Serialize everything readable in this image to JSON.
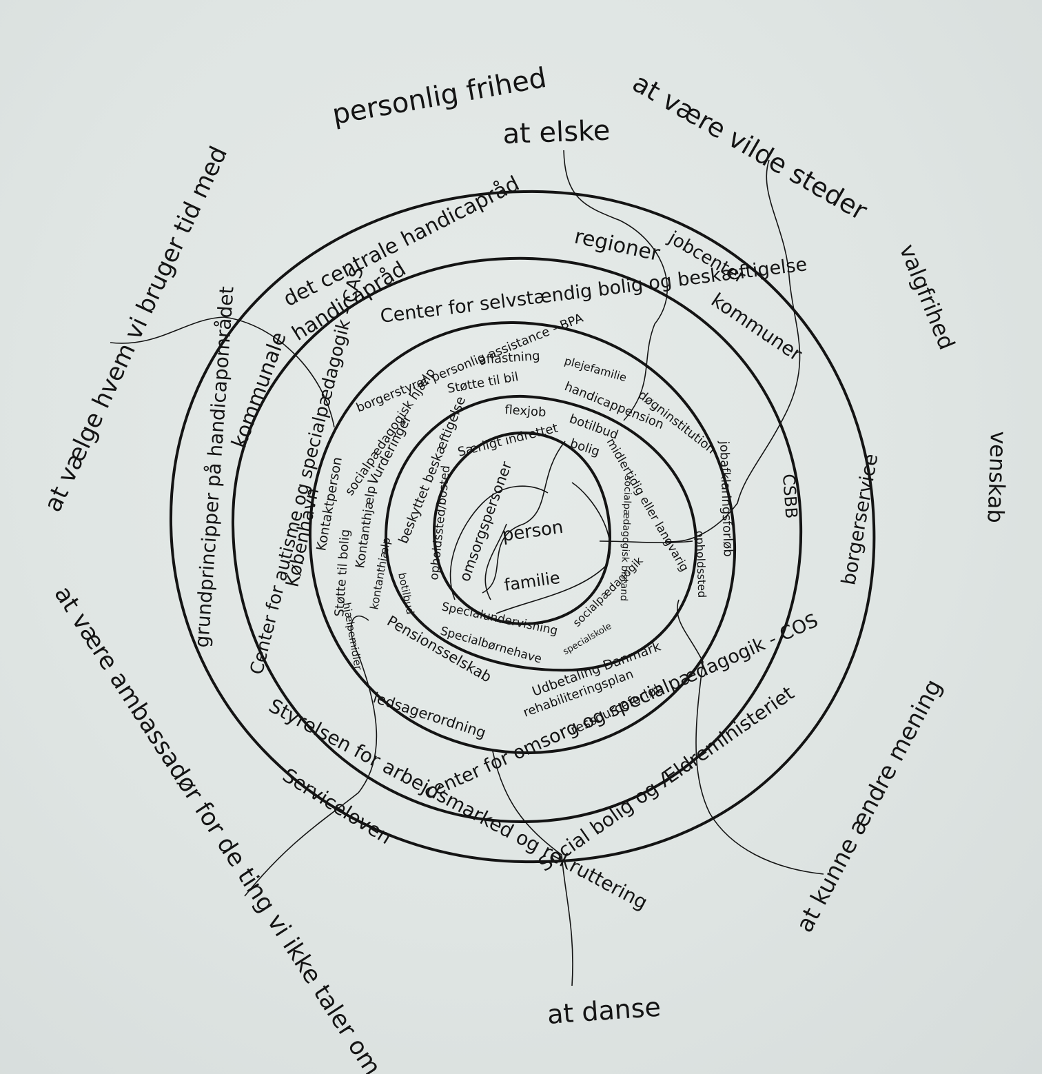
{
  "center": {
    "person": "person",
    "familie": "familie",
    "omsorgspersoner": "omsorgspersoner"
  },
  "ring1": [
    "Særligt indrettet bolig",
    "Særligt indrettet",
    "bolig",
    "opholdssted/bosted",
    "Kontaktperson",
    "socialpædagogisk hjælp",
    "borgerstyret personlig assistance - BPA",
    "aflastning",
    "plejefamilie",
    "døgninstitution",
    "Vurderinger",
    "Støtte til bil",
    "handicappension",
    "beskyttet beskæftigelse",
    "flexjob",
    "botilbud",
    "midlertidig eller langvarig",
    "socialpædagogisk bistand",
    "Specialundervisning",
    "socialpædagogik",
    "Specialbørnehave",
    "specialskole",
    "Støtte til bolig",
    "Kontanthjælp",
    "kontanthjælp",
    "botilbud",
    "hjælpemidler",
    "Pensionsselskab",
    "Udbetaling Danmark",
    "rehabiliteringsplan",
    "ressourceforløb",
    "ledsagerordning",
    "jobafklaringsforløb",
    "opholdssted"
  ],
  "ring2": [
    "Center for selvstændig bolig og beskæftigelse",
    "Center for autisme og specialpædagogik - CAS",
    "København",
    "CSBB",
    "center for omsorg og specialpædagogik - COS",
    "regioner",
    "jobcenter",
    "kommuner",
    "handicapråd"
  ],
  "ring3": [
    "det centrale handicapråd",
    "kommunale",
    "grundprincipper på handicapområdet",
    "Styrelsen for arbejdsmarked og rekruttering",
    "Social bolig og Ældreministeriet",
    "borgerservice",
    "Serviceloven"
  ],
  "outer": {
    "personlig_frihed": "personlig frihed",
    "at_elske": "at elske",
    "vilde_steder": "at være vilde steder",
    "valgfrihed": "valgfrihed",
    "venskab": "venskab",
    "aendre_mening": "at kunne ændre mening",
    "danse": "at danse",
    "ambassador": "at være ambassadør for de ting vi ikke taler om",
    "vaelge": "at vælge hvem vi bruger tid med"
  }
}
